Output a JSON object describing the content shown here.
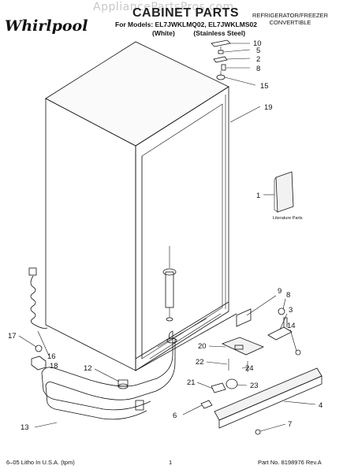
{
  "header": {
    "watermark": "AppliancePartsPros.com",
    "brand": "Whirlpool",
    "title": "CABINET PARTS",
    "models_line": "For Models: EL7JWKLMQ02, EL7JWKLMS02",
    "finish_line": "(White)          (Stainless Steel)",
    "product_line1": "REFRIGERATOR/FREEZER",
    "product_line2": "CONVERTIBLE"
  },
  "diagram": {
    "literature_label": "Literature Parts",
    "callouts": [
      "10",
      "5",
      "2",
      "8",
      "15",
      "19",
      "1",
      "9",
      "8",
      "3",
      "14",
      "20",
      "22",
      "24",
      "21",
      "23",
      "17",
      "16",
      "18",
      "12",
      "13",
      "6",
      "4",
      "7"
    ]
  },
  "footer": {
    "left": "6–05 Litho In U.S.A. (tpm)",
    "center": "1",
    "right": "Part No. 8198976 Rev.A"
  }
}
